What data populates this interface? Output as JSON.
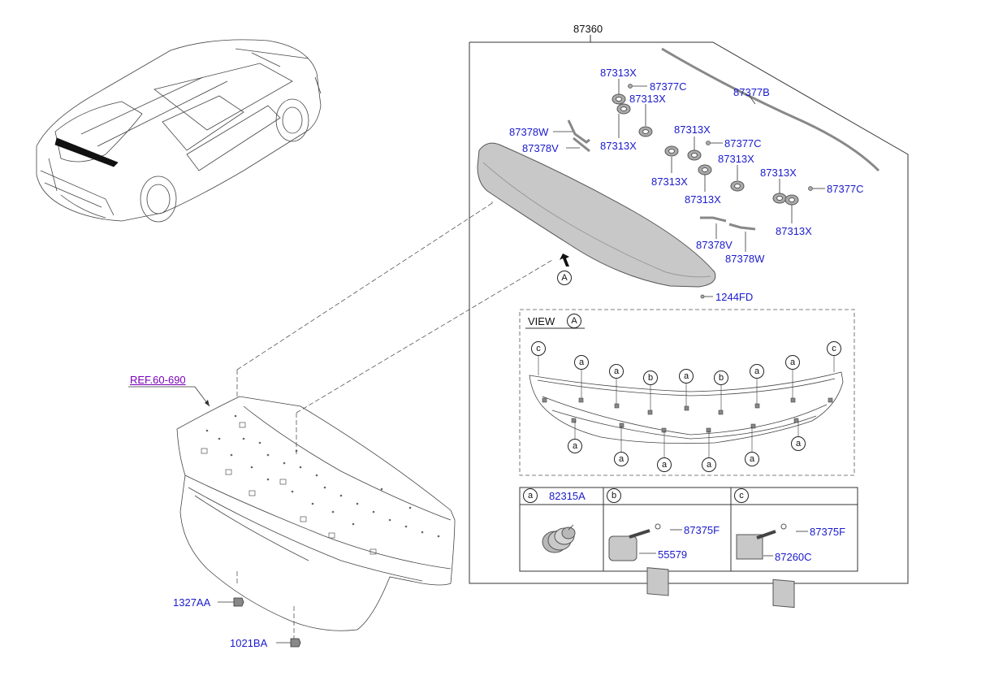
{
  "assembly_number": "87360",
  "ref_label": "REF.60-690",
  "parts": {
    "p87377B": "87377B",
    "p87313X_a": "87313X",
    "p87377C_a": "87377C",
    "p87313X_b": "87313X",
    "p87313X_c": "87313X",
    "p87378W_top": "87378W",
    "p87378V_top": "87378V",
    "p87313X_d": "87313X",
    "p87377C_b": "87377C",
    "p87313X_e": "87313X",
    "p87313X_f": "87313X",
    "p87313X_g": "87313X",
    "p87313X_h": "87313X",
    "p87377C_c": "87377C",
    "p87313X_i": "87313X",
    "p87378V_bot": "87378V",
    "p87378W_bot": "87378W",
    "p1244FD": "1244FD",
    "p1327AA": "1327AA",
    "p1021BA": "1021BA"
  },
  "arrow_ref": "A",
  "view": {
    "word": "VIEW",
    "ref": "A"
  },
  "callouts": {
    "a": "a",
    "b": "b",
    "c": "c"
  },
  "legend": {
    "a": {
      "key": "a",
      "part": "82315A"
    },
    "b": {
      "key": "b",
      "parts": [
        "87375F",
        "55579"
      ]
    },
    "c": {
      "key": "c",
      "parts": [
        "87375F",
        "87260C"
      ]
    }
  }
}
